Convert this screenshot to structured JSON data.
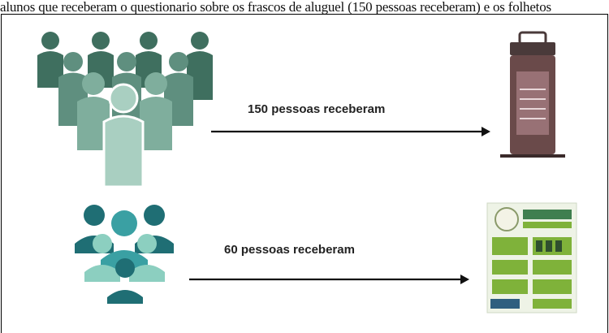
{
  "header_text": "alunos que receberam o questionario sobre os frascos de aluguel (150 pessoas receberam) e os folhetos",
  "top_row": {
    "label": "150 pessoas receberam"
  },
  "bottom_row": {
    "label": "60 pessoas receberam"
  },
  "colors": {
    "dark_green": "#3f6f5f",
    "mid_green": "#6fa08f",
    "light_green": "#a9cfc1",
    "teal_dark": "#1f6e74",
    "teal_mid": "#3aa0a3",
    "teal_light": "#8ccfc0",
    "jar_brown": "#5a3f3f",
    "leaflet_green": "#7fb23a"
  }
}
